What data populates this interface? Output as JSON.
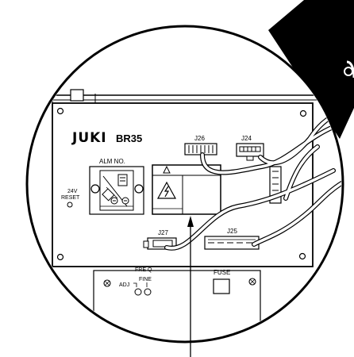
{
  "brand": {
    "logo": "JUKI",
    "model": "BR35"
  },
  "labels": {
    "connector_j26": "J26",
    "connector_j24": "J24",
    "connector_j27": "J27",
    "connector_j25": "J25",
    "alarm_number": "ALM NO.",
    "reset_voltage": "24V",
    "reset": "RESET",
    "freq": "FRE Q",
    "fine": "FINE",
    "adj": "ADJ",
    "fuse": "FUSE"
  },
  "icons": [
    "warning-triangle-icon",
    "high-voltage-warning-icon",
    "screw-icon",
    "pointer-arrow"
  ]
}
